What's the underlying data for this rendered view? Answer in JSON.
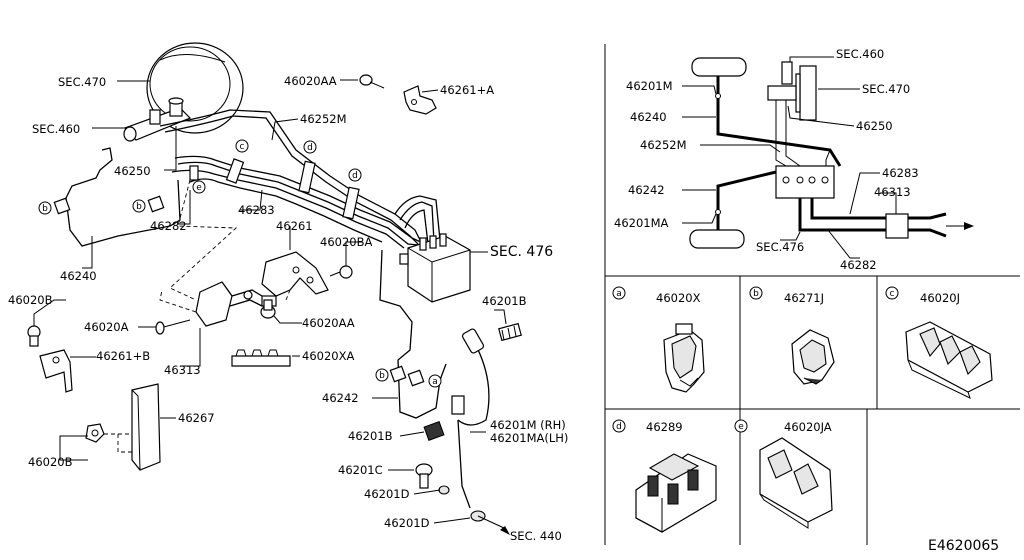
{
  "main_diagram": {
    "labels": {
      "sec470": "SEC.470",
      "sec460": "SEC.460",
      "p46250": "46250",
      "p46240": "46240",
      "p46252M": "46252M",
      "p46283": "46283",
      "p46282": "46282",
      "p46261": "46261",
      "p46020BA": "46020BA",
      "sec476": "SEC. 476",
      "p46020AA_top": "46020AA",
      "p46261A": "46261+A",
      "p46020B_left": "46020B",
      "p46020A": "46020A",
      "p46261B": "46261+B",
      "p46313": "46313",
      "p46020AA_mid": "46020AA",
      "p46020XA": "46020XA",
      "p46267": "46267",
      "p46020B_bottom": "46020B",
      "p46201B_top": "46201B",
      "p46242": "46242",
      "p46201B_mid": "46201B",
      "p46201M_rh": "46201M (RH)",
      "p46201MA_lh": "46201MA(LH)",
      "p46201C": "46201C",
      "p46201D_a": "46201D",
      "p46201D_b": "46201D",
      "sec440": "SEC. 440"
    },
    "clips": {
      "a": "a",
      "b": "b",
      "c": "c",
      "d": "d",
      "e": "e"
    }
  },
  "schematic": {
    "labels": {
      "sec460": "SEC.460",
      "sec470": "SEC.470",
      "p46201M": "46201M",
      "p46240": "46240",
      "p46250": "46250",
      "p46252M": "46252M",
      "p46283": "46283",
      "p46313": "46313",
      "p46242": "46242",
      "p46201MA": "46201MA",
      "sec476": "SEC.476",
      "p46282": "46282"
    }
  },
  "detail_boxes": [
    {
      "letter": "a",
      "part": "46020X"
    },
    {
      "letter": "b",
      "part": "46271J"
    },
    {
      "letter": "c",
      "part": "46020J"
    },
    {
      "letter": "d",
      "part": "46289"
    },
    {
      "letter": "e",
      "part": "46020JA"
    }
  ],
  "footer": {
    "diagram_code": "E4620065"
  }
}
